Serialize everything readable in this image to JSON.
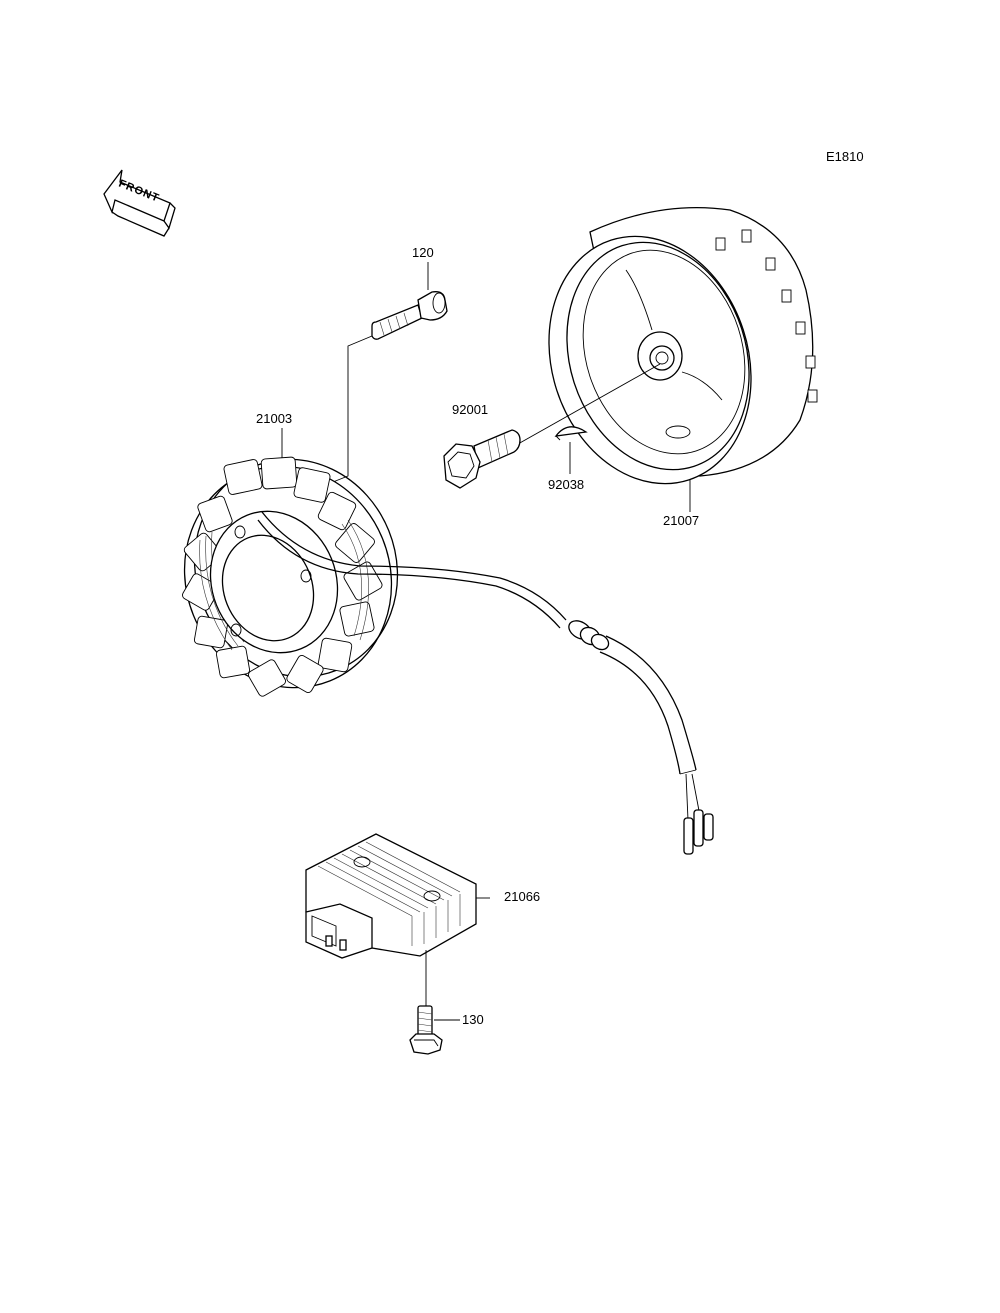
{
  "diagram_code": "E1810",
  "front_indicator": {
    "label": "FRONT",
    "icon": "front-arrow-icon"
  },
  "parts": [
    {
      "id": "p-120",
      "number": "120"
    },
    {
      "id": "p-21003",
      "number": "21003"
    },
    {
      "id": "p-92001",
      "number": "92001"
    },
    {
      "id": "p-92038",
      "number": "92038"
    },
    {
      "id": "p-21007",
      "number": "21007"
    },
    {
      "id": "p-21066",
      "number": "21066"
    },
    {
      "id": "p-130",
      "number": "130"
    }
  ]
}
